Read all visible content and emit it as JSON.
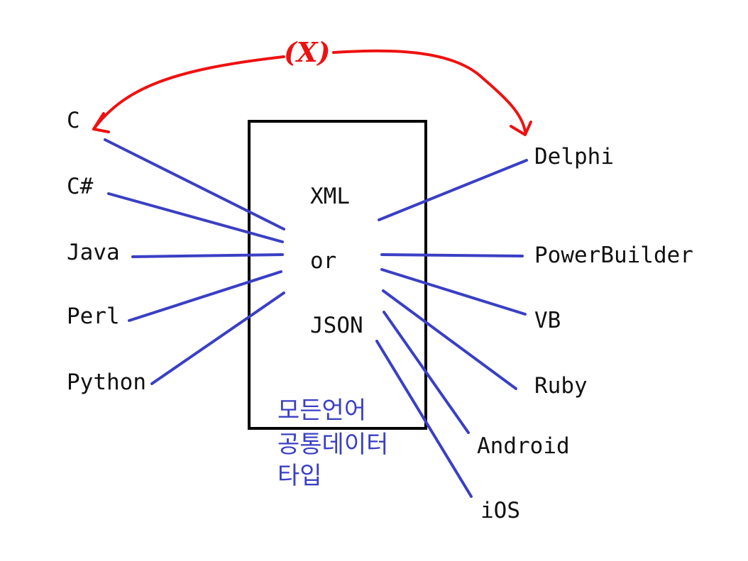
{
  "colors": {
    "connector": "#3a3fc4",
    "box": "#000000",
    "text": "#111111",
    "caption": "#3a3fc4",
    "arrow": "#ee1111"
  },
  "center": {
    "line1": "XML",
    "line2": "or",
    "line3": "JSON"
  },
  "caption": {
    "line1": "모든언어",
    "line2": "공통데이터",
    "line3": "타입"
  },
  "top_arrow": {
    "label": "(X)"
  },
  "left_languages": [
    "C",
    "C#",
    "Java",
    "Perl",
    "Python"
  ],
  "right_languages": [
    "Delphi",
    "PowerBuilder",
    "VB",
    "Ruby",
    "Android",
    "iOS"
  ]
}
